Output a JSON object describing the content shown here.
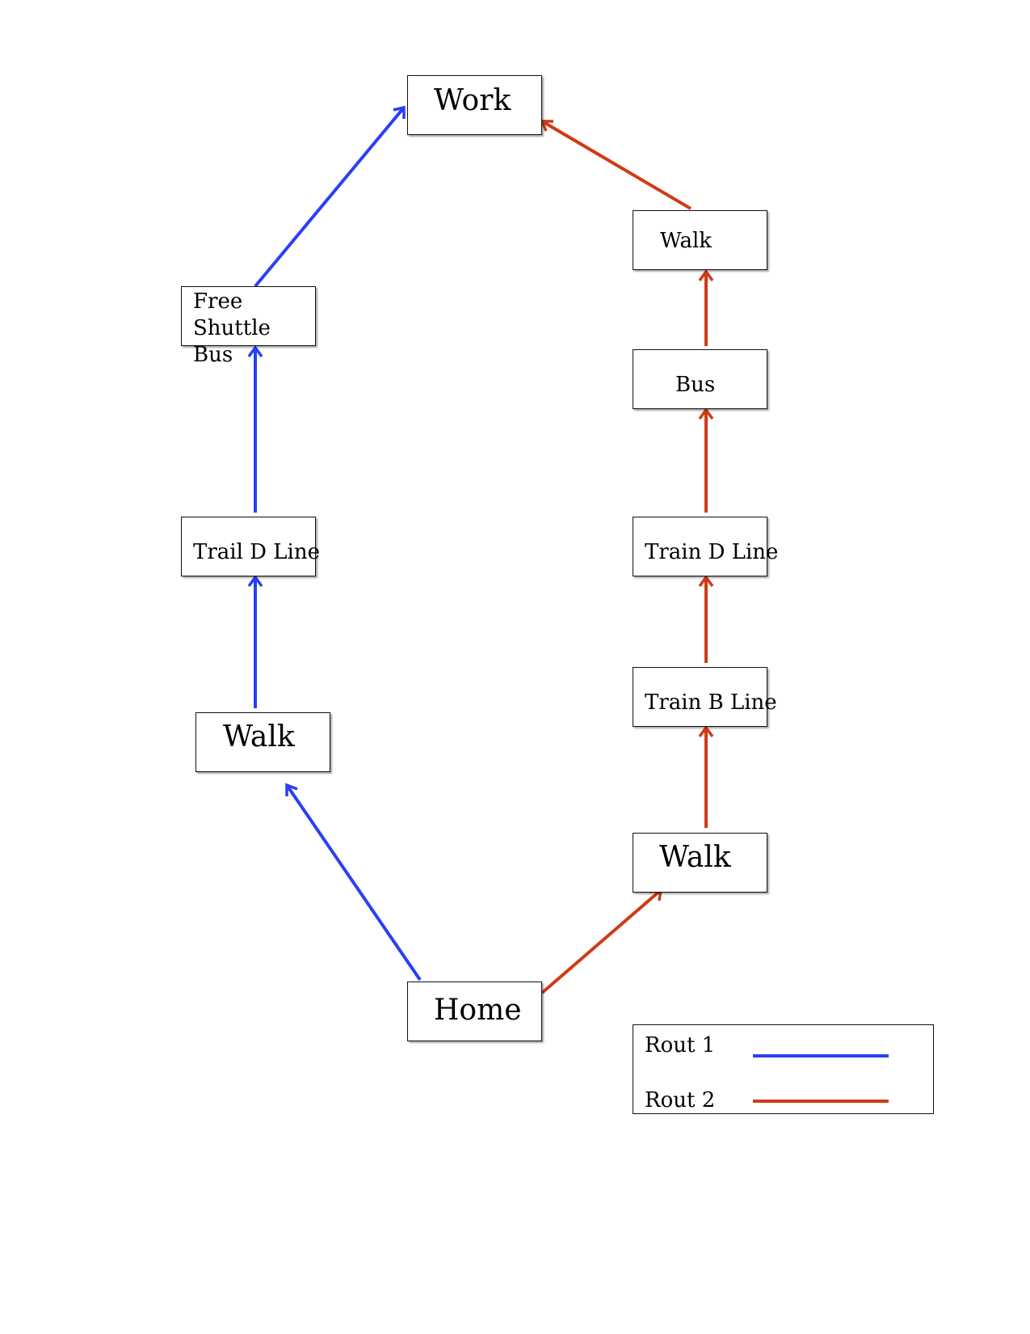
{
  "colors": {
    "route1": "#2a3ff5",
    "route2": "#d03a18"
  },
  "nodes": {
    "work": "Work",
    "home": "Home",
    "shuttle": "Free\nShuttle Bus",
    "trail": "Trail D Line",
    "walk_left": "Walk",
    "walk_top_right": "Walk",
    "bus": "Bus",
    "train_d": "Train D Line",
    "train_b": "Train B Line",
    "walk_bottom_right": "Walk"
  },
  "legend": {
    "route1_label": "Rout 1",
    "route2_label": "Rout 2"
  }
}
